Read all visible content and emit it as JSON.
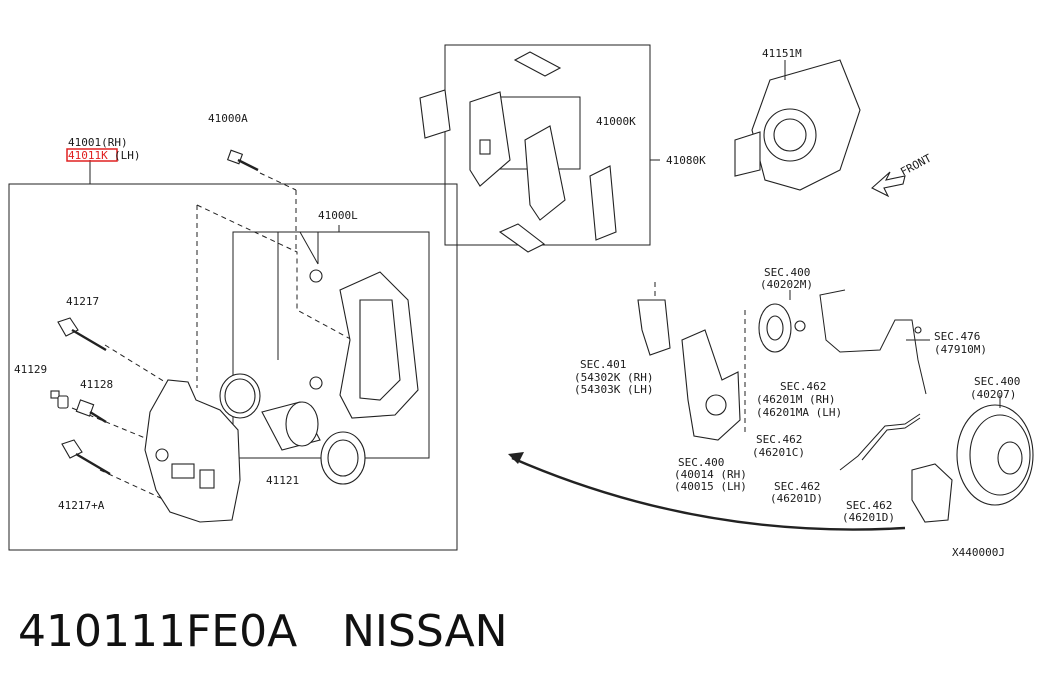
{
  "parts": {
    "caliper_rh": "41001(RH)",
    "caliper_lh_code": "41011K",
    "caliper_lh_suffix": "(LH)",
    "bolt_41000A": "41000A",
    "pads_41000K": "41000K",
    "pad_kit_41080K": "41080K",
    "baffle_41151M": "41151M",
    "bracket_41000L": "41000L",
    "pin_41217": "41217",
    "bleeder_41129": "41129",
    "bleeder_41128": "41128",
    "pin_41217A": "41217+A",
    "piston_41121": "41121",
    "front_label": "FRONT"
  },
  "sections": {
    "sec400_hub_a": "SEC.400",
    "sec400_hub_b": "(40202M)",
    "sec476_a": "SEC.476",
    "sec476_b": "(47910M)",
    "sec401_a": "SEC.401",
    "sec401_b": "(54302K (RH)",
    "sec401_c": "(54303K (LH)",
    "sec462_hose_a": "SEC.462",
    "sec462_hose_b": "(46201M (RH)",
    "sec462_hose_c": "(46201MA (LH)",
    "sec400_disc_a": "SEC.400",
    "sec400_disc_b": "(40207)",
    "sec462_c_a": "SEC.462",
    "sec462_c_b": "(46201C)",
    "sec400_knuckle_a": "SEC.400",
    "sec400_knuckle_b": "(40014 (RH)",
    "sec400_knuckle_c": "(40015 (LH)",
    "sec462_d_a": "SEC.462",
    "sec462_d_b": "(46201D)",
    "sec462_d2_a": "SEC.462",
    "sec462_d2_b": "(46201D)"
  },
  "diagram_code": "X440000J",
  "footer": {
    "part_number": "410111FE0A",
    "brand": "NISSAN"
  },
  "colors": {
    "highlight": "#e02020",
    "line": "#222222"
  }
}
